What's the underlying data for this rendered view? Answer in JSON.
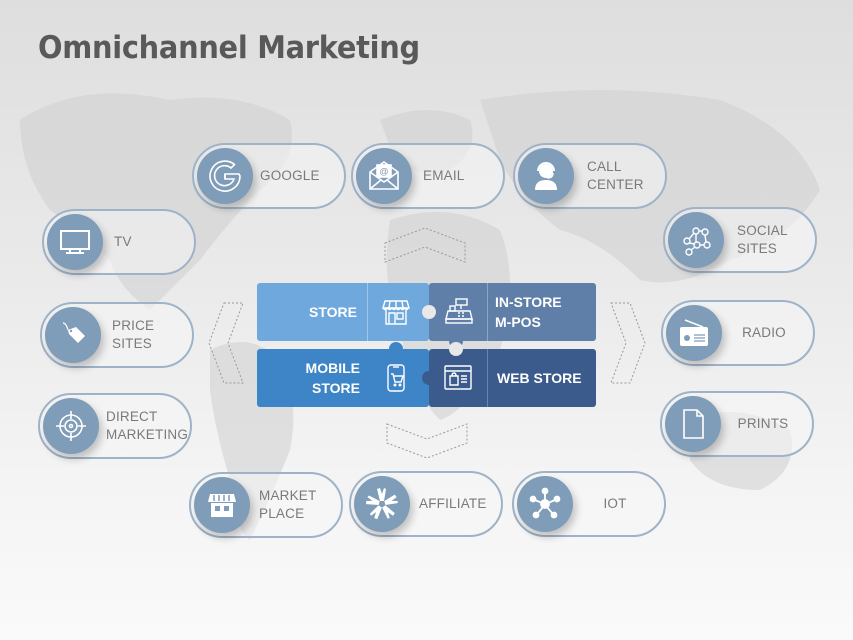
{
  "title": "Omnichannel Marketing",
  "colors": {
    "pill_border": "#9fb3c8",
    "icon_circle": "#7f9cb8",
    "label_text": "#7a7a7a",
    "title_text": "#595959",
    "store": "#6fa8dc",
    "in_store_mpos": "#5f7fa8",
    "mobile_store": "#3d85c6",
    "web_store": "#3b5b8c"
  },
  "center_puzzle": [
    {
      "id": "store",
      "label_line1": "STORE",
      "label_line2": "",
      "icon": "storefront-icon"
    },
    {
      "id": "in_store_mpos",
      "label_line1": "IN-STORE",
      "label_line2": "M-POS",
      "icon": "cash-register-icon"
    },
    {
      "id": "mobile_store",
      "label_line1": "MOBILE",
      "label_line2": "STORE",
      "icon": "mobile-cart-icon"
    },
    {
      "id": "web_store",
      "label_line1": "WEB STORE",
      "label_line2": "",
      "icon": "web-shopping-icon"
    }
  ],
  "channels": {
    "top": [
      {
        "label_line1": "GOOGLE",
        "label_line2": "",
        "icon": "google-icon"
      },
      {
        "label_line1": "EMAIL",
        "label_line2": "",
        "icon": "email-icon"
      },
      {
        "label_line1": "CALL",
        "label_line2": "CENTER",
        "icon": "call-center-icon"
      }
    ],
    "left": [
      {
        "label_line1": "TV",
        "label_line2": "",
        "icon": "tv-icon"
      },
      {
        "label_line1": "PRICE",
        "label_line2": "SITES",
        "icon": "price-tag-icon"
      },
      {
        "label_line1": "DIRECT",
        "label_line2": "MARKETING",
        "icon": "target-icon"
      }
    ],
    "right": [
      {
        "label_line1": "SOCIAL",
        "label_line2": "SITES",
        "icon": "social-network-icon"
      },
      {
        "label_line1": "RADIO",
        "label_line2": "",
        "icon": "radio-icon"
      },
      {
        "label_line1": "PRINTS",
        "label_line2": "",
        "icon": "document-icon"
      }
    ],
    "bottom": [
      {
        "label_line1": "MARKET",
        "label_line2": "PLACE",
        "icon": "marketplace-icon"
      },
      {
        "label_line1": "AFFILIATE",
        "label_line2": "",
        "icon": "affiliate-hands-icon"
      },
      {
        "label_line1": "IOT",
        "label_line2": "",
        "icon": "iot-network-icon"
      }
    ]
  }
}
